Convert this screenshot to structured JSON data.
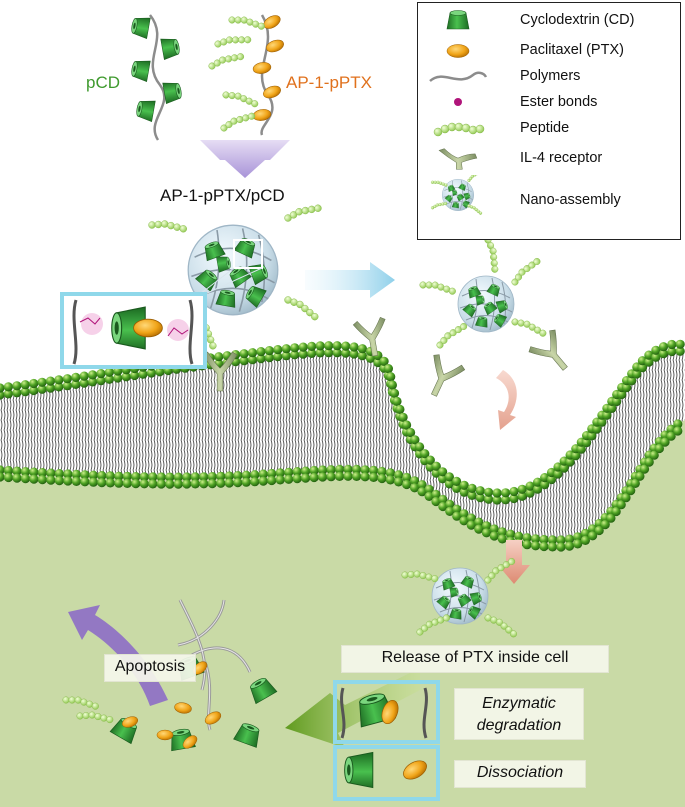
{
  "labels": {
    "pcd": "pCD",
    "ap1_pptx": "AP-1-pPTX",
    "assembly_title": "AP-1-pPTX/pCD",
    "release": "Release of PTX inside cell",
    "enzymatic": "Enzymatic degradation",
    "enzymatic_line1": "Enzymatic",
    "enzymatic_line2": "degradation",
    "dissociation": "Dissociation",
    "apoptosis": "Apoptosis"
  },
  "legend": [
    {
      "icon": "cyclodextrin-icon",
      "label": "Cyclodextrin (CD)"
    },
    {
      "icon": "paclitaxel-icon",
      "label": "Paclitaxel (PTX)"
    },
    {
      "icon": "polymer-icon",
      "label": "Polymers"
    },
    {
      "icon": "ester-bond-icon",
      "label": "Ester bonds"
    },
    {
      "icon": "peptide-icon",
      "label": "Peptide"
    },
    {
      "icon": "il4-receptor-icon",
      "label": "IL-4 receptor"
    },
    {
      "icon": "nano-assembly-icon",
      "label": "Nano-assembly"
    }
  ],
  "colors": {
    "cd_green": "#2e9e3a",
    "ptx_orange": "#f0a418",
    "peptide_green": "#b8e07a",
    "ester_magenta": "#b0147a",
    "membrane_green": "#3f8f1f",
    "arrow_lavender": "#b9a8de",
    "arrow_blue": "#9fd6ec",
    "arrow_salmon": "#e89a86",
    "arrow_green": "#6fa52a",
    "arrow_purple": "#8a66c8",
    "cell_interior": "#c8d9a4"
  }
}
